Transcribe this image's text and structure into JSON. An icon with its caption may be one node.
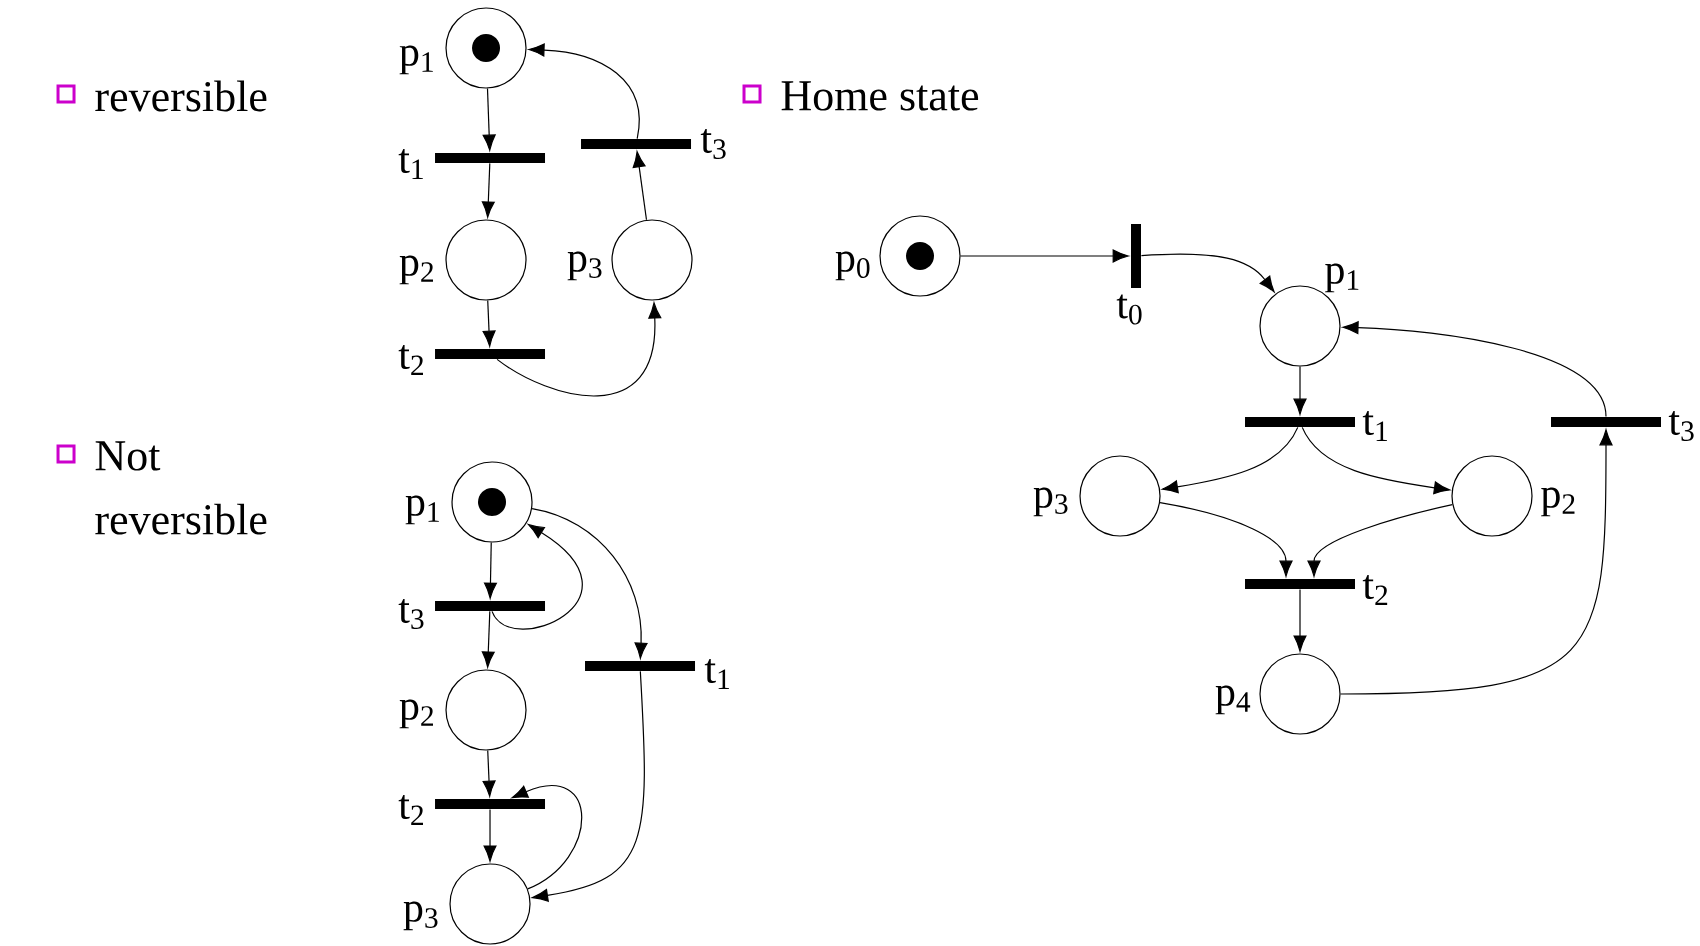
{
  "diagram": {
    "nodes": [
      {
        "text": [],
        "shape": "circle",
        "beside": [
          "p$_{1}$"
        ]
      },
      {
        "text": [],
        "shape": "bar",
        "beside": [
          "t$_{1}$"
        ]
      },
      {
        "text": [],
        "shape": "circle",
        "beside": [
          "p$_{2}$"
        ]
      },
      {
        "text": [],
        "shape": "bar",
        "beside": [
          "t$_{2}$"
        ]
      },
      {
        "text": [],
        "shape": "circle",
        "beside": [
          "p$_{3}$"
        ]
      },
      {
        "text": [],
        "shape": "bar",
        "beside": [
          "t$_{3}$"
        ]
      },
      {
        "text": [],
        "shape": "circle",
        "beside": [
          "p$_{1}$"
        ]
      },
      {
        "text": [],
        "shape": "bar",
        "beside": [
          "t$_{3}$"
        ]
      },
      {
        "text": [],
        "shape": "circle",
        "beside": [
          "p$_{2}$"
        ]
      },
      {
        "text": [],
        "shape": "bar",
        "beside": [
          "t$_{2}$"
        ]
      },
      {
        "text": [],
        "shape": "circle",
        "beside": [
          "p$_{3}$"
        ]
      },
      {
        "text": [],
        "shape": "bar",
        "beside": [
          "t$_{1}$"
        ]
      },
      {
        "text": [],
        "shape": "circle",
        "beside": [
          "p$_{0}$"
        ]
      },
      {
        "text": [],
        "shape": "bar",
        "beside": [
          "t$_{0}$"
        ]
      },
      {
        "text": [],
        "shape": "circle",
        "beside": [
          "p$_{1}$"
        ]
      },
      {
        "text": [],
        "shape": "bar",
        "beside": [
          "t$_{1}$"
        ]
      },
      {
        "text": [],
        "shape": "circle",
        "beside": [
          "p$_{3}$"
        ]
      },
      {
        "text": [],
        "shape": "circle",
        "beside": [
          "p$_{2}$"
        ]
      },
      {
        "text": [],
        "shape": "bar",
        "beside": [
          "t$_{2}$"
        ]
      },
      {
        "text": [],
        "shape": "circle",
        "beside": [
          "p$_{4}$"
        ]
      },
      {
        "text": [],
        "shape": "bar",
        "beside": [
          "t$_{3}$"
        ]
      }
    ],
    "edges": [
      {
        "from": 0,
        "to": 1,
        "arrow": "to"
      },
      {
        "from": 1,
        "to": 2,
        "arrow": "to"
      },
      {
        "from": 2,
        "to": 3,
        "arrow": "to"
      },
      {
        "from": 3,
        "to": 4,
        "arrow": "to"
      },
      {
        "from": 4,
        "to": 5,
        "arrow": "to"
      },
      {
        "from": 5,
        "to": 0,
        "arrow": "to"
      },
      {
        "from": 6,
        "to": 7,
        "arrow": "to"
      },
      {
        "from": 7,
        "to": 8,
        "arrow": "to"
      },
      {
        "from": 8,
        "to": 9,
        "arrow": "to"
      },
      {
        "from": 9,
        "to": 10,
        "arrow": "to"
      },
      {
        "from": 7,
        "to": 6,
        "arrow": "to"
      },
      {
        "from": 10,
        "to": 9,
        "arrow": "to"
      },
      {
        "from": 6,
        "to": 11,
        "arrow": "to"
      },
      {
        "from": 11,
        "to": 10,
        "arrow": "to"
      },
      {
        "from": 12,
        "to": 13,
        "arrow": "to"
      },
      {
        "from": 13,
        "to": 14,
        "arrow": "to"
      },
      {
        "from": 14,
        "to": 15,
        "arrow": "to"
      },
      {
        "from": 15,
        "to": 16,
        "arrow": "to"
      },
      {
        "from": 15,
        "to": 17,
        "arrow": "to"
      },
      {
        "from": 16,
        "to": 18,
        "arrow": "to"
      },
      {
        "from": 17,
        "to": 18,
        "arrow": "to"
      },
      {
        "from": 18,
        "to": 19,
        "arrow": "to"
      },
      {
        "from": 19,
        "to": 20,
        "arrow": "to"
      },
      {
        "from": 20,
        "to": 14,
        "arrow": "to"
      }
    ],
    "labels": [
      "reversible",
      "Home state",
      "Not reversible"
    ]
  }
}
